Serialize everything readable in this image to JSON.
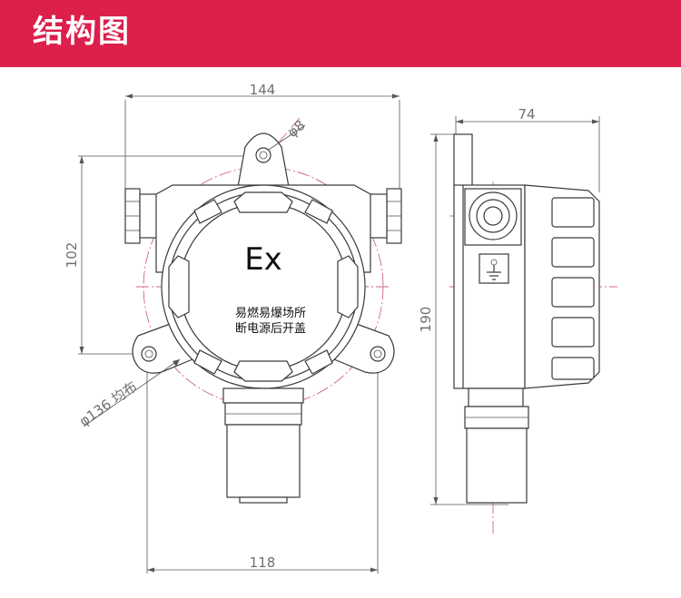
{
  "header": {
    "title": "结构图",
    "background": "#DC1F4B",
    "text_color": "#FFFFFF"
  },
  "front_view": {
    "dim_width_top": "144",
    "dim_hole": "φ8",
    "dim_height_left": "102",
    "dim_width_bottom": "118",
    "dim_bolt_circle": "φ136 均布",
    "ex_mark": "Ex",
    "warning_line1": "易燃易爆场所",
    "warning_line2": "断电源后开盖"
  },
  "side_view": {
    "dim_depth_top": "74",
    "dim_height": "190",
    "ground_icon": "ground-symbol-icon"
  }
}
